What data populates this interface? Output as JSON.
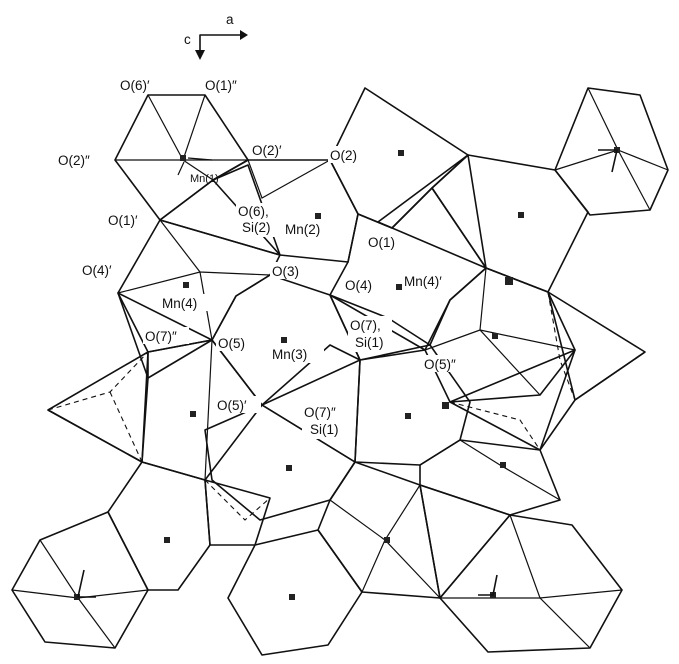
{
  "figure": {
    "axes": {
      "a_label": "a",
      "c_label": "c"
    },
    "labels": {
      "o6p": "O(6)′",
      "o1pp": "O(1)″",
      "o2pp": "O(2)″",
      "o2p": "O(2)′",
      "o2": "O(2)",
      "mn1": "Mn(1)",
      "o1p": "O(1)′",
      "o6si2_a": "O(6),",
      "o6si2_b": "Si(2)",
      "mn2": "Mn(2)",
      "o1": "O(1)",
      "o4p": "O(4)′",
      "o3": "O(3)",
      "o4": "O(4)",
      "mn4p": "Mn(4)′",
      "mn4": "Mn(4)",
      "o7si1_a": "O(7),",
      "o7si1_b": "Si(1)",
      "o7pp": "O(7)″",
      "o5": "O(5)",
      "mn3": "Mn(3)",
      "o5pp": "O(5)″",
      "o5p": "O(5)′",
      "o7ppsi1_a": "O(7)″",
      "o7ppsi1_b": "Si(1)"
    }
  }
}
